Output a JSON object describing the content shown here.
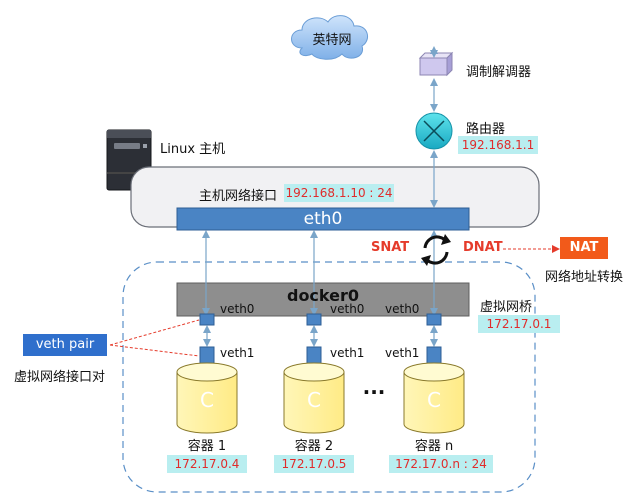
{
  "internet": {
    "label": "英特网"
  },
  "modem": {
    "label": "调制解调器"
  },
  "router": {
    "label": "路由器",
    "ip": "192.168.1.1"
  },
  "host": {
    "label": "Linux 主机",
    "nic_label": "主机网络接口",
    "nic_ip": "192.168.1.10 : 24"
  },
  "eth0": {
    "label": "eth0"
  },
  "nat": {
    "snat": "SNAT",
    "dnat": "DNAT",
    "nat_box": "NAT",
    "nat_desc": "网络地址转换"
  },
  "docker0": {
    "label": "docker0",
    "desc": "虚拟网桥",
    "ip": "172.17.0.1"
  },
  "veth": {
    "pair_label": "veth pair",
    "pair_desc": "虚拟网络接口对",
    "top_label": "veth0",
    "bottom_label": "veth1"
  },
  "ellipsis": "···",
  "containers": [
    {
      "letter": "C",
      "name": "容器 1",
      "ip": "172.17.0.4"
    },
    {
      "letter": "C",
      "name": "容器 2",
      "ip": "172.17.0.5"
    },
    {
      "letter": "C",
      "name": "容器 n",
      "ip": "172.17.0.n : 24"
    }
  ],
  "colors": {
    "ip_bg": "#b9eef0",
    "ip_text": "#e02b2b",
    "arrow": "#7aa5c9",
    "nic": "#4a84c4",
    "bridge": "#8e8e8e",
    "nat": "#f25a1a",
    "container": "#fff3a6"
  }
}
